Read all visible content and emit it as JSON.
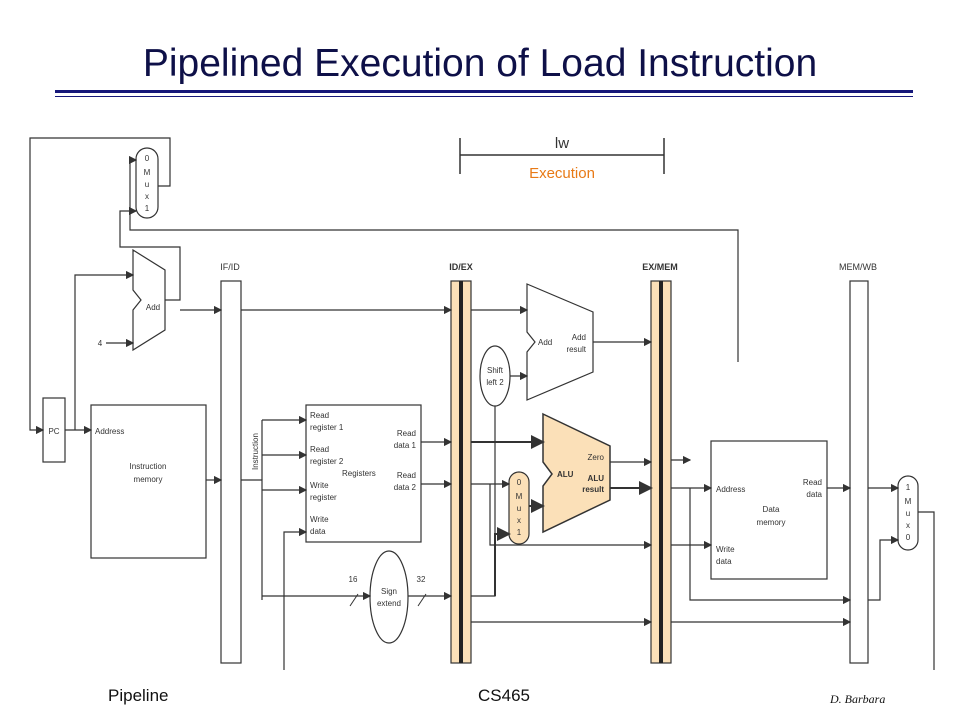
{
  "title": "Pipelined Execution of Load Instruction",
  "footer": {
    "left": "Pipeline",
    "center": "CS465",
    "right": "D. Barbara"
  },
  "diagram": {
    "phase": {
      "instruction": "lw",
      "stage": "Execution"
    },
    "colors": {
      "highlight": "#fbe0b8",
      "phase_text": "#e87a16",
      "line": "#333333",
      "title": "#0e1048",
      "rule": "#16187a"
    },
    "registers": {
      "if_id": "IF/ID",
      "id_ex": "ID/EX",
      "ex_mem": "EX/MEM",
      "mem_wb": "MEM/WB"
    },
    "pc": "PC",
    "constant": "4",
    "pc_mux": {
      "l0": "0",
      "l1": "M",
      "l2": "u",
      "l3": "x",
      "l4": "1"
    },
    "adder1": "Add",
    "imem": {
      "address": "Address",
      "l1": "Instruction",
      "l2": "memory",
      "output": "Instruction"
    },
    "regfile": {
      "rr1a": "Read",
      "rr1b": "register 1",
      "rr2a": "Read",
      "rr2b": "register 2",
      "name": "Registers",
      "wra": "Write",
      "wrb": "register",
      "wda": "Write",
      "wdb": "data",
      "rd1a": "Read",
      "rd1b": "data 1",
      "rd2a": "Read",
      "rd2b": "data 2"
    },
    "sign_extend": {
      "l1": "Sign",
      "l2": "extend",
      "in_bits": "16",
      "out_bits": "32"
    },
    "shift": {
      "l1": "Shift",
      "l2": "left 2"
    },
    "adder2": {
      "in": "Add",
      "out1": "Add",
      "out2": "result"
    },
    "alu_mux": {
      "l0": "0",
      "l1": "M",
      "l2": "u",
      "l3": "x",
      "l4": "1"
    },
    "alu": {
      "name": "ALU",
      "zero": "Zero",
      "res1": "ALU",
      "res2": "result"
    },
    "dmem": {
      "address": "Address",
      "l1": "Data",
      "l2": "memory",
      "wd1": "Write",
      "wd2": "data",
      "rd1": "Read",
      "rd2": "data"
    },
    "wb_mux": {
      "l0": "1",
      "l1": "M",
      "l2": "u",
      "l3": "x",
      "l4": "0"
    }
  }
}
